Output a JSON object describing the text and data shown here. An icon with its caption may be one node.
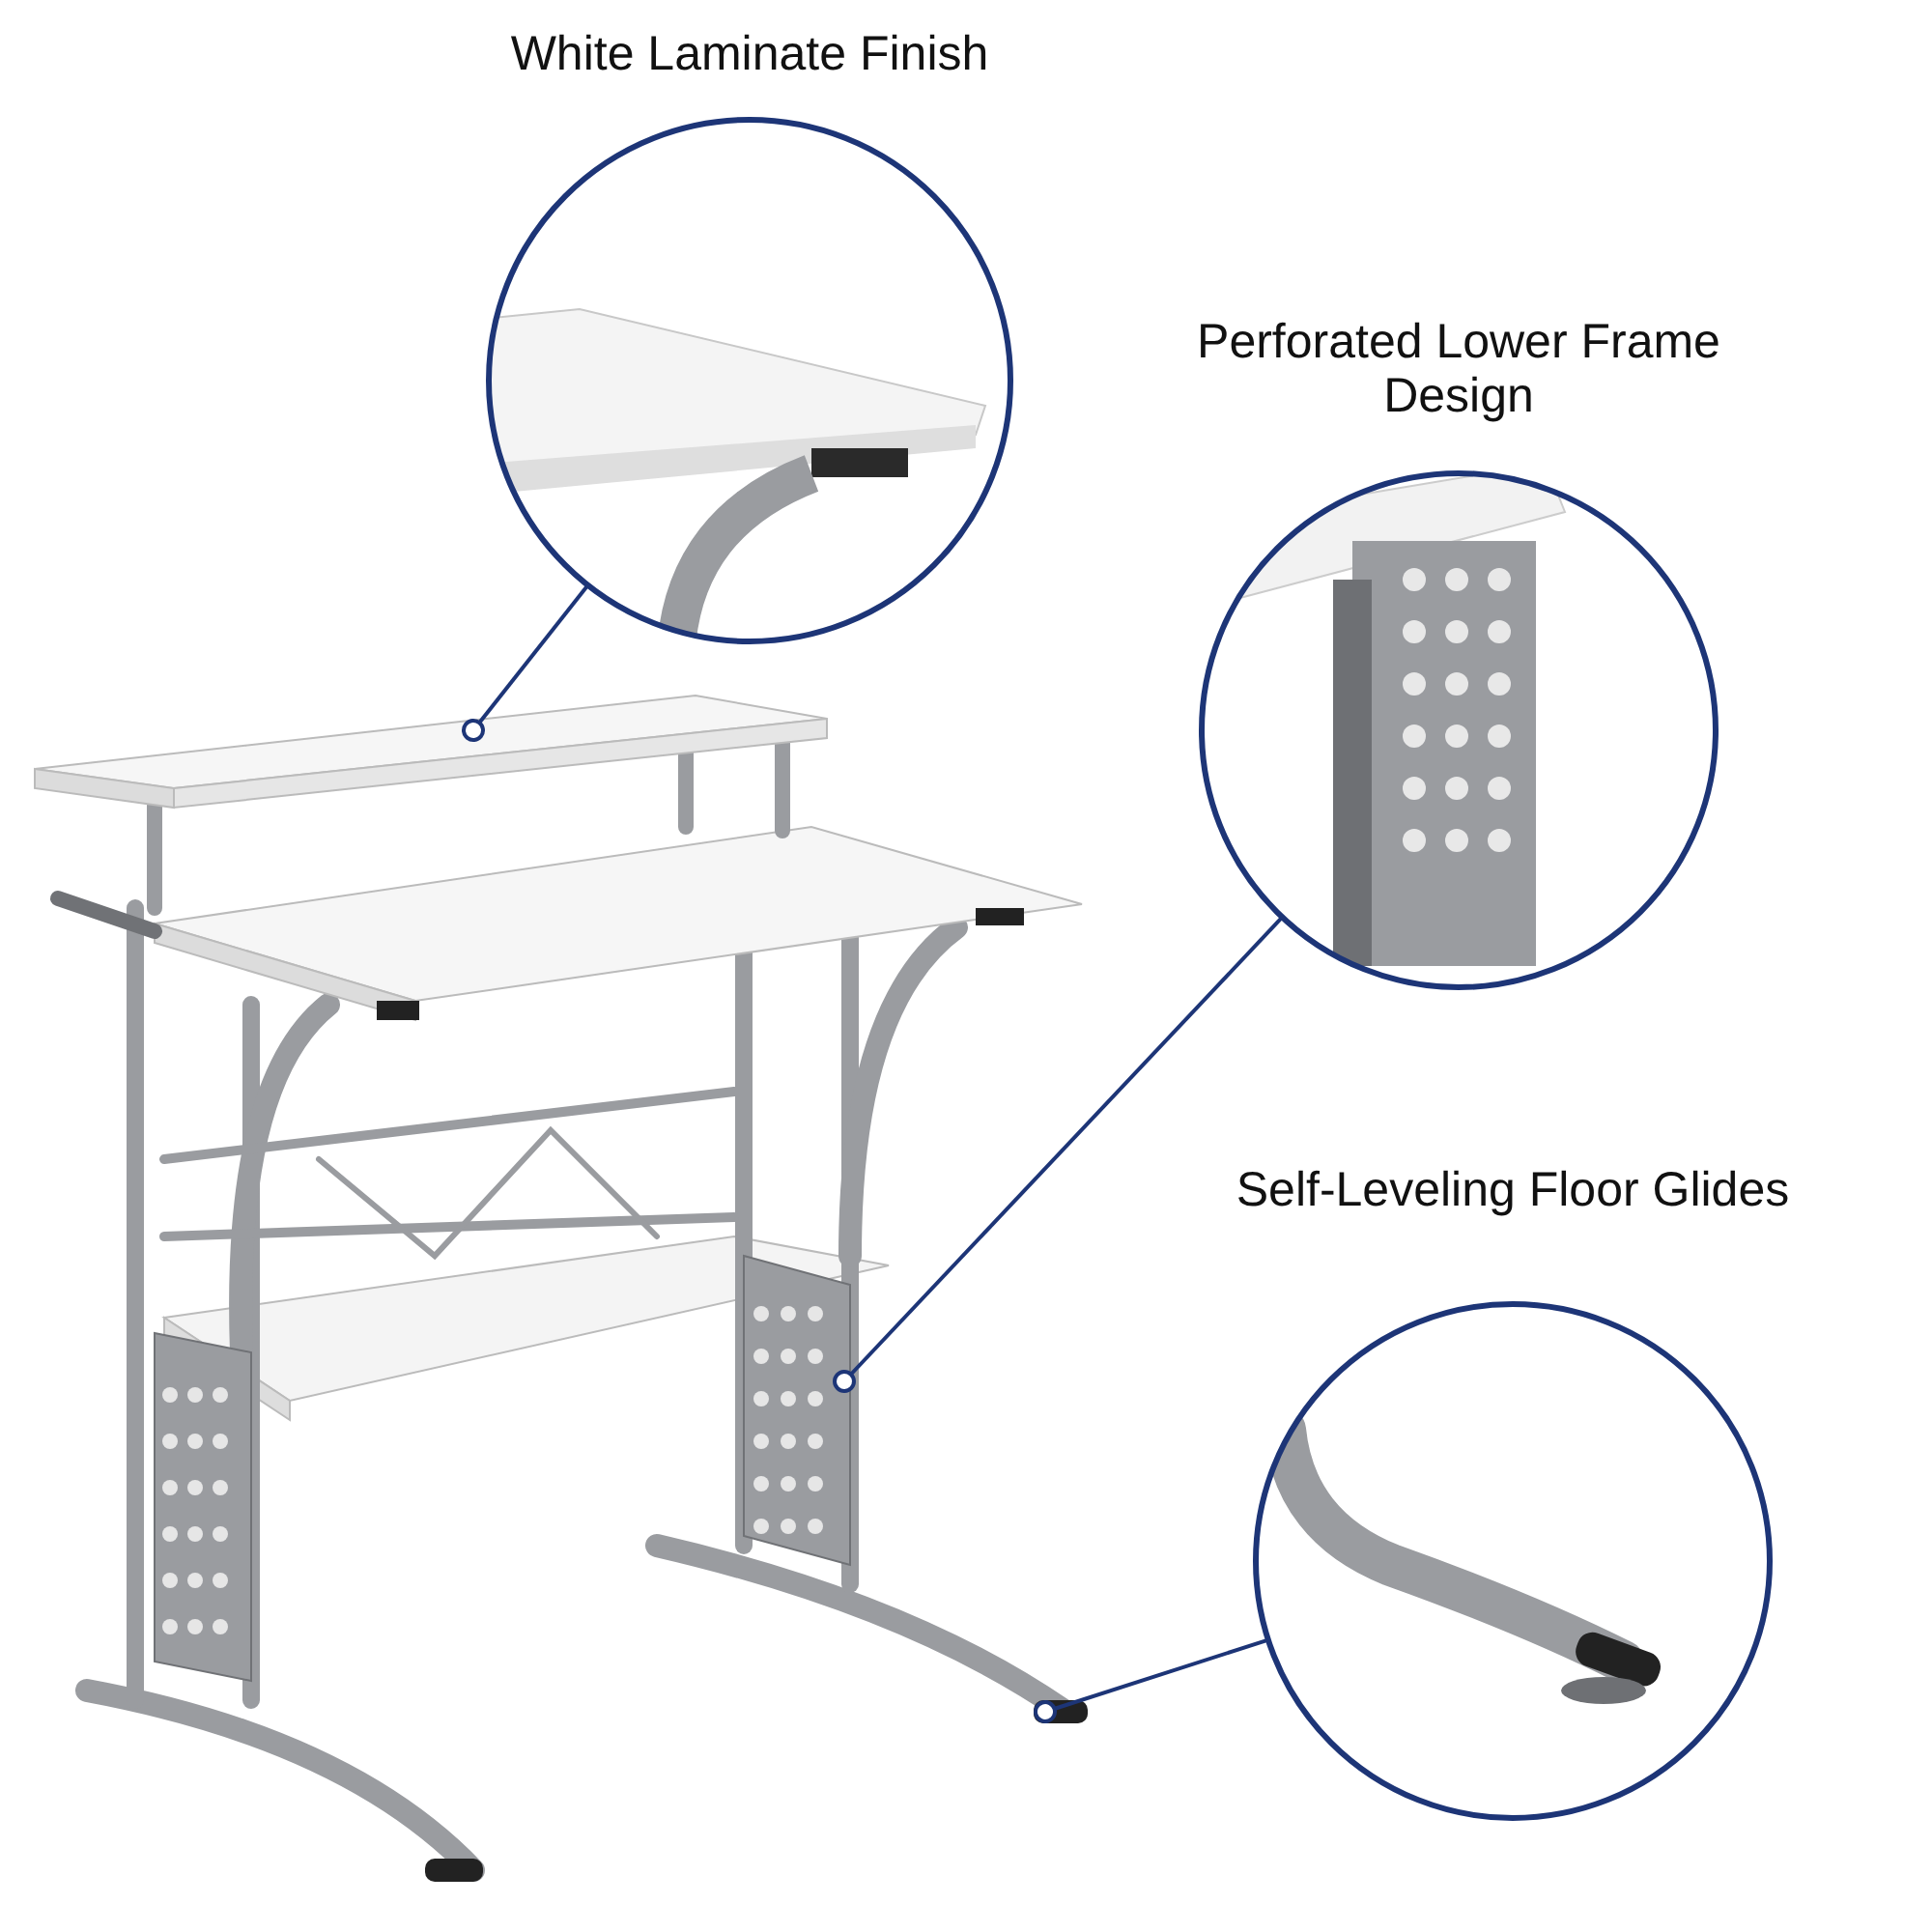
{
  "diagram": {
    "nodes": [
      {
        "text": [
          "White Laminate Finish"
        ]
      },
      {
        "text": [
          "Perforated Lower Frame Design"
        ]
      },
      {
        "text": [
          "Self-Leveling Floor Glides"
        ]
      },
      {
        "text": [],
        "shape": "picture"
      }
    ],
    "edges": [
      {
        "from": 0,
        "to": 3,
        "arrow": "other"
      },
      {
        "from": 1,
        "to": 3,
        "arrow": "other"
      },
      {
        "from": 2,
        "to": 3,
        "arrow": "other"
      }
    ]
  }
}
